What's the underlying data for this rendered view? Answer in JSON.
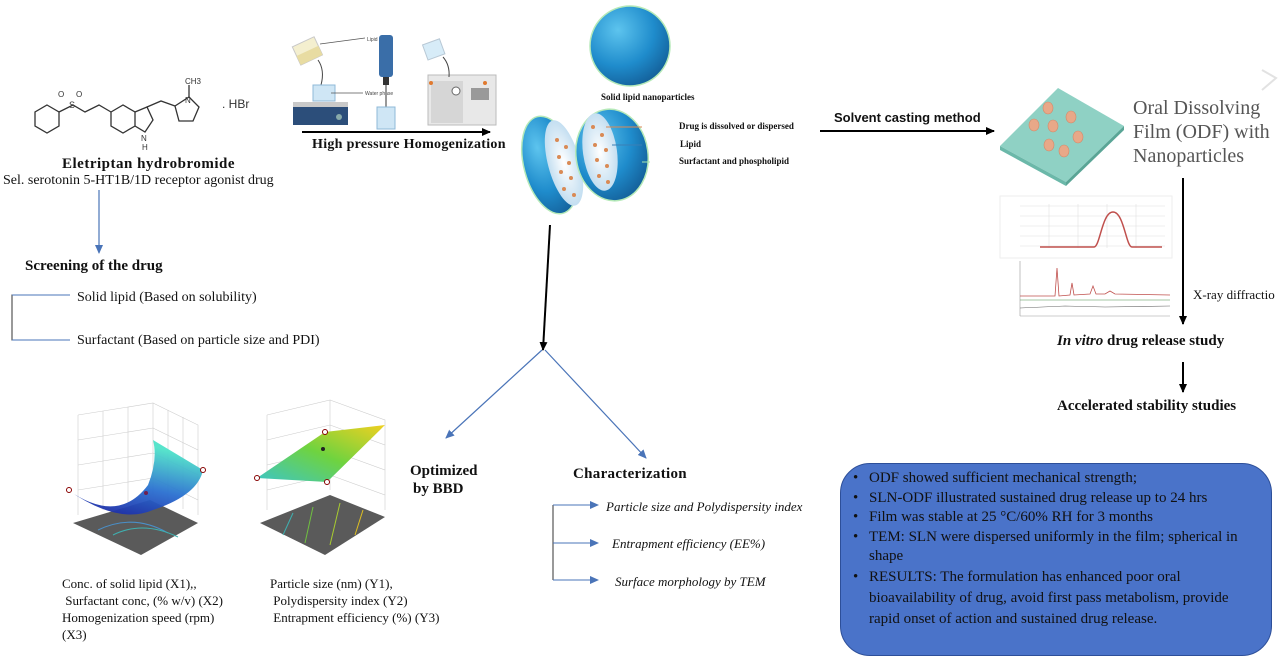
{
  "drug": {
    "name": "Eletriptan hydrobromide",
    "description": "Sel. serotonin 5-HT1B/1D receptor agonist drug",
    "salt_label": ". HBr",
    "structure_labels": {
      "methyl": "CH3",
      "nitrogen": "N",
      "nh": "N",
      "h": "H",
      "sulfur": "S",
      "oxygen": "O"
    }
  },
  "homogenization": {
    "label": "High pressure Homogenization",
    "lipid_phase_label": "Lipid phase",
    "water_phase_label": "Water phase"
  },
  "sln": {
    "title": "Solid lipid nanoparticles",
    "legend": [
      {
        "label": "Drug is dissolved or dispersed",
        "color": "#d98a55"
      },
      {
        "label": "Lipid",
        "color": "#3a7fb5"
      },
      {
        "label": "Surfactant and phospholipid",
        "color": "#a8e6b0"
      }
    ]
  },
  "casting": {
    "label": "Solvent casting method"
  },
  "odf": {
    "title_lines": [
      "Oral Dissolving",
      "Film (ODF) with",
      "Nanoparticles"
    ]
  },
  "xrd": {
    "label": "X-ray diffractio"
  },
  "release": {
    "label_italic": "In vitro",
    "label_rest": " drug release study"
  },
  "stability": {
    "label": "Accelerated stability studies"
  },
  "screening": {
    "title": "Screening of the drug",
    "items": [
      "Solid lipid (Based on solubility)",
      "Surfactant (Based on particle size and PDI)"
    ]
  },
  "optimization": {
    "label_lines": [
      "Optimized",
      "by BBD"
    ],
    "independent_vars": [
      "Conc. of solid lipid (X1),,",
      " Surfactant conc, (% w/v) (X2)",
      "Homogenization speed (rpm)",
      "(X3)"
    ],
    "responses": [
      "Particle size (nm) (Y1),",
      " Polydispersity index (Y2)",
      " Entrapment efficiency (%) (Y3)"
    ]
  },
  "characterization": {
    "title": "Characterization",
    "items": [
      "Particle size and Polydispersity index",
      "Entrapment efficiency (EE%)",
      "Surface morphology by TEM"
    ]
  },
  "results": {
    "items": [
      "ODF showed sufficient mechanical strength;",
      "SLN-ODF illustrated sustained drug release up to 24 hrs",
      "Film was stable at 25 °C/60% RH for 3 months",
      "TEM: SLN were dispersed uniformly in the film; spherical in shape",
      "RESULTS: The formulation has enhanced poor oral bioavailability of drug, avoid first pass metabolism, provide rapid onset of action and sustained drug release."
    ],
    "box_color": "#4a73c9"
  }
}
